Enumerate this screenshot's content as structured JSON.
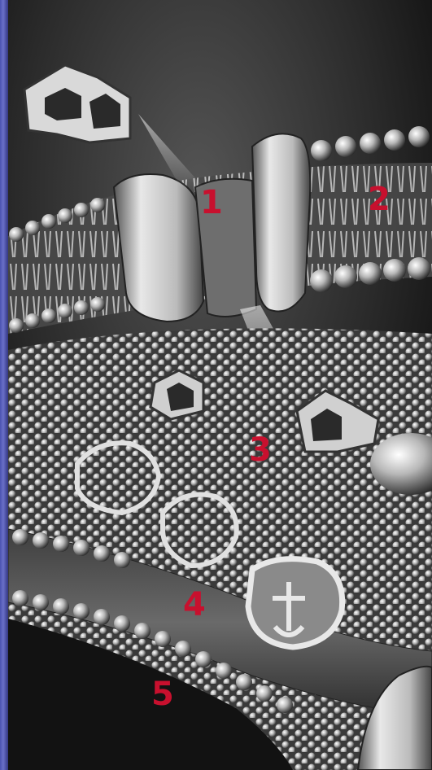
{
  "labels": [
    "1",
    "2",
    "3",
    "4",
    "5"
  ],
  "colors": {
    "label": "#c8102e",
    "frame": "#3b3f8e",
    "background": "#141414"
  }
}
